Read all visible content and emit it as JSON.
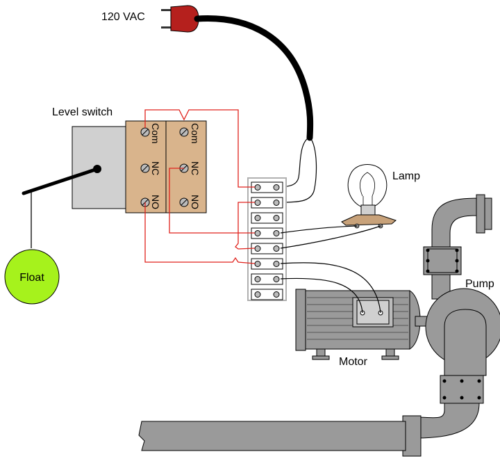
{
  "labels": {
    "power": "120 VAC",
    "level_switch": "Level switch",
    "float": "Float",
    "lamp": "Lamp",
    "motor": "Motor",
    "pump": "Pump"
  },
  "switch_poles": [
    {
      "com": "Com",
      "nc": "NC",
      "no": "NO"
    },
    {
      "com": "Com",
      "nc": "NC",
      "no": "NO"
    }
  ],
  "terminal_block": {
    "terminal_count": 8
  },
  "colors": {
    "wire_red": "#e0221c",
    "wire_black": "#000000",
    "plug_red": "#b5201d",
    "switch_tan": "#d9b48c",
    "switch_body_gray": "#d0d0d0",
    "float_green": "#a6f21c",
    "equipment_gray": "#9a9a9a",
    "terminal_frame": "#b0b0b0",
    "lamp_socket": "#c8a27a"
  }
}
